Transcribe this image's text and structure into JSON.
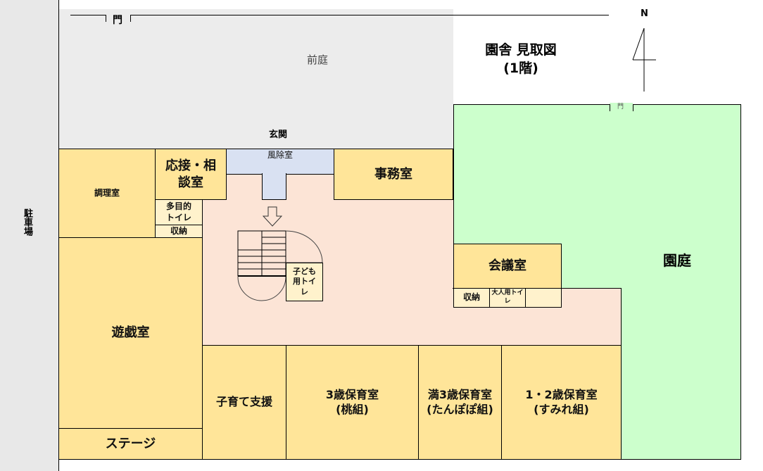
{
  "title": {
    "line1": "園舎 見取図",
    "line2": "(1階)"
  },
  "compass": "N",
  "areas": {
    "parking": "駐車場",
    "front_yard": "前庭",
    "entrance": "玄関",
    "front_gate": "門",
    "garden_gate": "門",
    "garden": "園庭"
  },
  "rooms": {
    "kitchen": "調理室",
    "reception": "応接・相談室",
    "multi_toilet": "多目的トイレ",
    "storage1": "収納",
    "windbreak": "風除室",
    "office": "事務室",
    "kids_toilet": "子ども用トイレ",
    "meeting": "会議室",
    "storage2": "収納",
    "adult_toilet": "大人用トイレ",
    "playroom": "遊戯室",
    "stage": "ステージ",
    "childcare_support": "子育て支援",
    "age3": "3歳保育室",
    "age3_group": "(桃組)",
    "pre3": "満3歳保育室",
    "pre3_group": "(たんぽぽ組)",
    "age12": "1・2歳保育室",
    "age12_group": "(すみれ組)"
  },
  "colors": {
    "room": "#ffe599",
    "small_room": "#fff2cc",
    "hall": "#fce4d6",
    "windbreak": "#d9e1f2",
    "garden": "#ccffcc",
    "yard": "#ececec"
  }
}
